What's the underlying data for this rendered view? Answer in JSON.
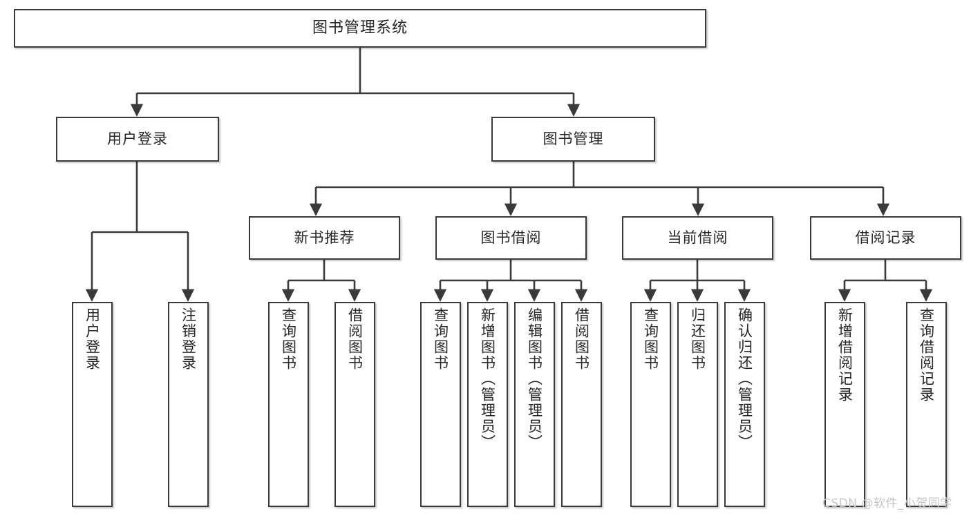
{
  "diagram": {
    "type": "tree-hierarchy-chart",
    "title": "图书管理系统",
    "watermark": "CSDN @软件_小贺同学",
    "colors": {
      "box_border": "#3a3a3a",
      "box_fill": "#ffffff",
      "connector": "#3a3a3a",
      "text": "#262626",
      "watermark": "#c8c8c8",
      "background": "#ffffff"
    },
    "root": {
      "label": "图书管理系统",
      "orientation": "horizontal"
    },
    "level1": [
      {
        "label": "用户登录",
        "orientation": "horizontal"
      },
      {
        "label": "图书管理",
        "orientation": "horizontal"
      }
    ],
    "level2": [
      {
        "label": "新书推荐",
        "orientation": "horizontal"
      },
      {
        "label": "图书借阅",
        "orientation": "horizontal"
      },
      {
        "label": "当前借阅",
        "orientation": "horizontal"
      },
      {
        "label": "借阅记录",
        "orientation": "horizontal"
      }
    ],
    "leaves": {
      "user_login": [
        {
          "label": "用户登录",
          "orientation": "vertical"
        },
        {
          "label": "注销登录",
          "orientation": "vertical"
        }
      ],
      "new_book_recommend": [
        {
          "label": "查询图书",
          "orientation": "vertical"
        },
        {
          "label": "借阅图书",
          "orientation": "vertical"
        }
      ],
      "book_borrow": [
        {
          "label": "查询图书",
          "orientation": "vertical"
        },
        {
          "label": "新增图书（管理员）",
          "orientation": "vertical"
        },
        {
          "label": "编辑图书（管理员）",
          "orientation": "vertical"
        },
        {
          "label": "借阅图书",
          "orientation": "vertical"
        }
      ],
      "current_borrow": [
        {
          "label": "查询图书",
          "orientation": "vertical"
        },
        {
          "label": "归还图书",
          "orientation": "vertical"
        },
        {
          "label": "确认归还（管理员）",
          "orientation": "vertical"
        }
      ],
      "borrow_record": [
        {
          "label": "新增借阅记录",
          "orientation": "vertical"
        },
        {
          "label": "查询借阅记录",
          "orientation": "vertical"
        }
      ]
    }
  }
}
